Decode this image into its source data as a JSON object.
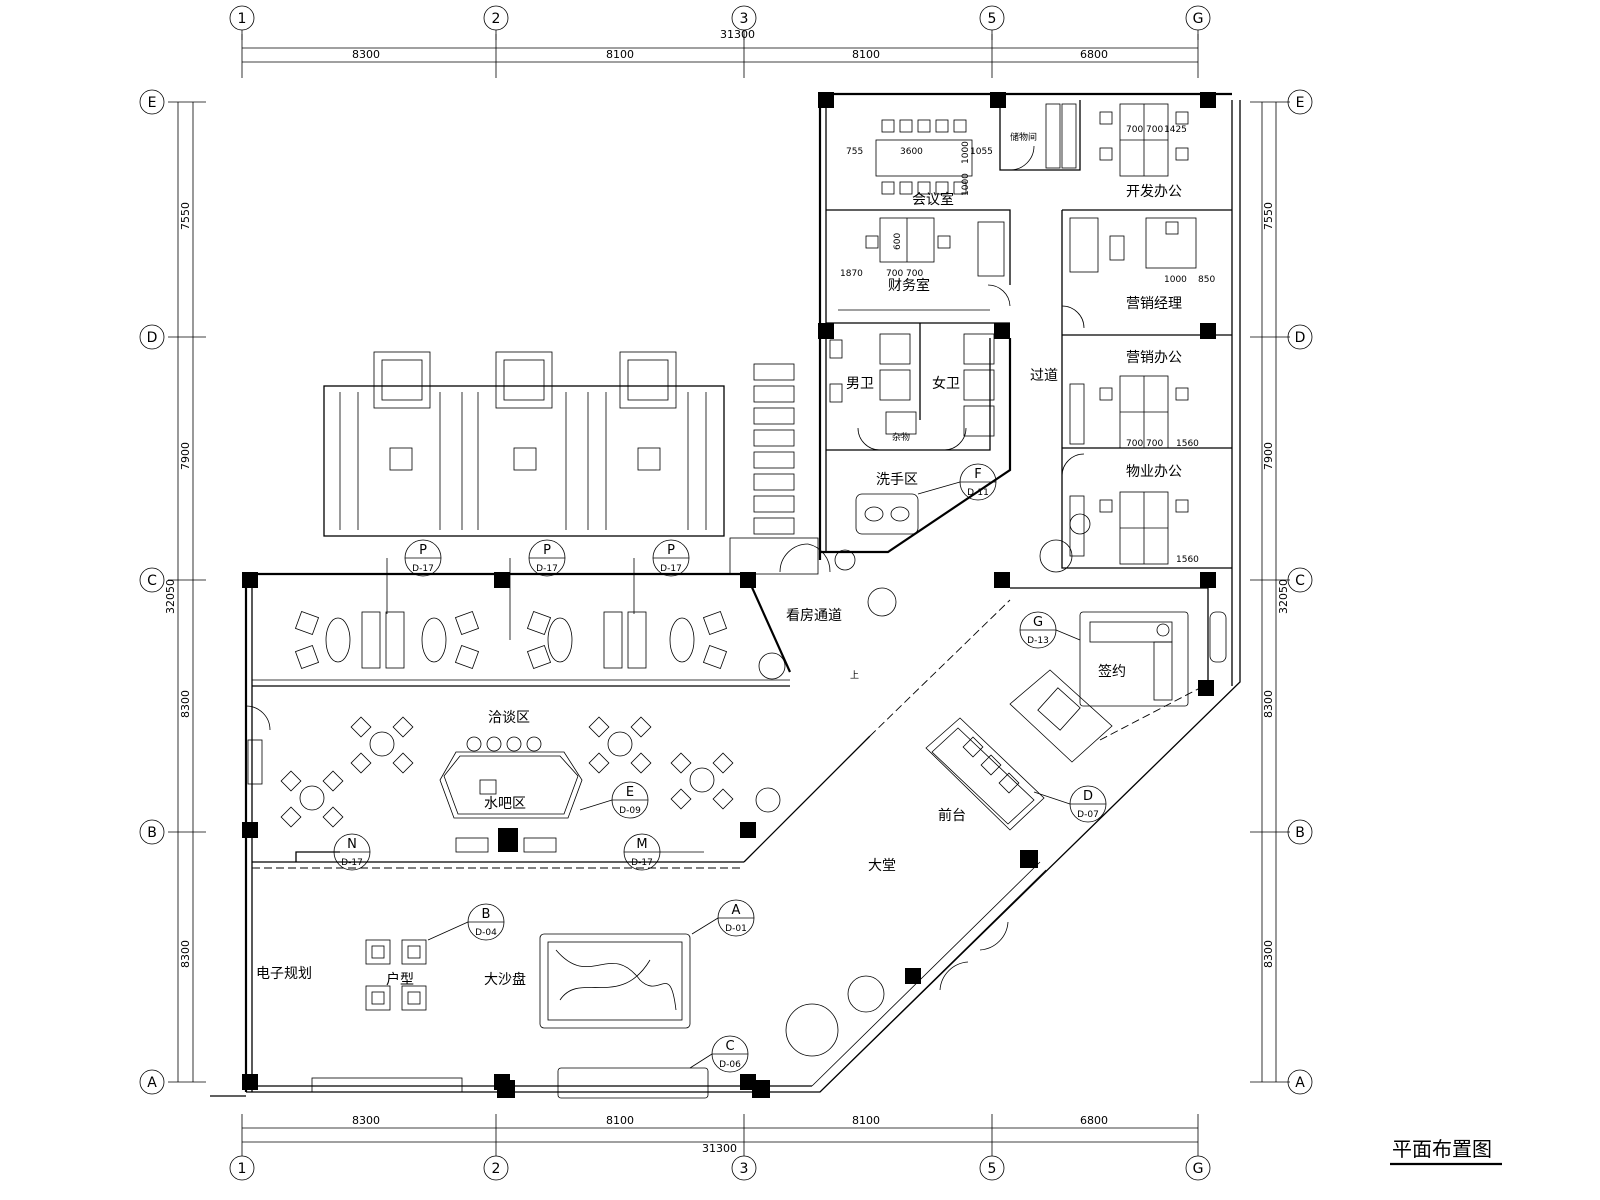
{
  "title": "平面布置图",
  "grid": {
    "columns": [
      "1",
      "2",
      "3",
      "5",
      "G"
    ],
    "rows": [
      "A",
      "B",
      "C",
      "D",
      "E"
    ]
  },
  "dims": {
    "top_total": "31300",
    "top_spans": [
      "8300",
      "8100",
      "8100",
      "6800"
    ],
    "bottom_total": "31300",
    "bottom_spans": [
      "8300",
      "8100",
      "8100",
      "6800"
    ],
    "left_total": "32050",
    "left_spans": [
      "8300",
      "8300",
      "7900",
      "7550"
    ],
    "right_total": "32050",
    "right_spans": [
      "8300",
      "8300",
      "7900",
      "7550"
    ]
  },
  "rooms": {
    "meeting": "会议室",
    "storage": "储物间",
    "dev_office": "开发办公",
    "finance": "财务室",
    "sales_manager": "营销经理",
    "sales_office": "营销办公",
    "male_wc": "男卫",
    "female_wc": "女卫",
    "janitor": "杂物",
    "corridor": "过道",
    "wash": "洗手区",
    "property_office": "物业办公",
    "viewing_passage": "看房通道",
    "up": "上",
    "sign": "签约",
    "negotiation": "洽谈区",
    "water_bar": "水吧区",
    "reception": "前台",
    "lobby": "大堂",
    "e_plan": "电子规划",
    "unit_type": "户型",
    "sandtable": "大沙盘"
  },
  "room_dims": {
    "m1": "755",
    "m2": "3600",
    "m3": "1000",
    "m4": "1055",
    "m5": "1000",
    "f1": "1870",
    "f2": "700",
    "f3": "700",
    "f4": "600",
    "d1": "700",
    "d2": "700",
    "d3": "1425",
    "s1": "1000",
    "s2": "850",
    "o1": "700",
    "o2": "700",
    "o3": "1560",
    "p1": "1560"
  },
  "bubbles": {
    "A": {
      "letter": "A",
      "ref": "D-01"
    },
    "B": {
      "letter": "B",
      "ref": "D-04"
    },
    "C": {
      "letter": "C",
      "ref": "D-06"
    },
    "D": {
      "letter": "D",
      "ref": "D-07"
    },
    "E": {
      "letter": "E",
      "ref": "D-09"
    },
    "F": {
      "letter": "F",
      "ref": "D-11"
    },
    "G": {
      "letter": "G",
      "ref": "D-13"
    },
    "P1": {
      "letter": "P",
      "ref": "D-17"
    },
    "P2": {
      "letter": "P",
      "ref": "D-17"
    },
    "P3": {
      "letter": "P",
      "ref": "D-17"
    },
    "N": {
      "letter": "N",
      "ref": "D-17"
    },
    "M": {
      "letter": "M",
      "ref": "D-17"
    }
  }
}
